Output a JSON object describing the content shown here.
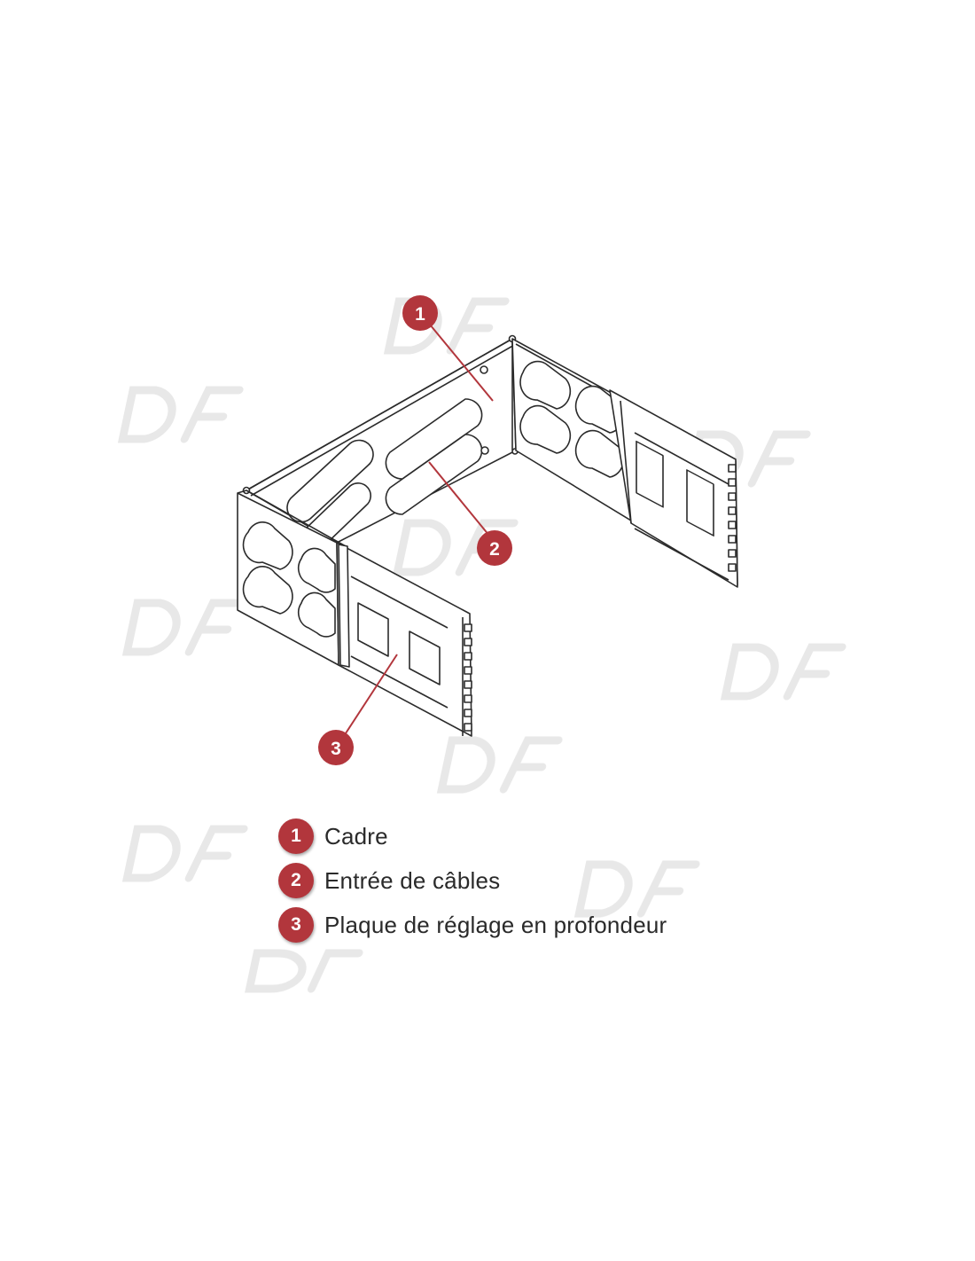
{
  "colors": {
    "accent": "#b2363c",
    "line": "#2b2b2b",
    "watermark": "#e4e4e4"
  },
  "callouts": [
    {
      "number": "1",
      "label": "Cadre"
    },
    {
      "number": "2",
      "label": "Entrée de câbles"
    },
    {
      "number": "3",
      "label": "Plaque de réglage en profondeur"
    }
  ]
}
